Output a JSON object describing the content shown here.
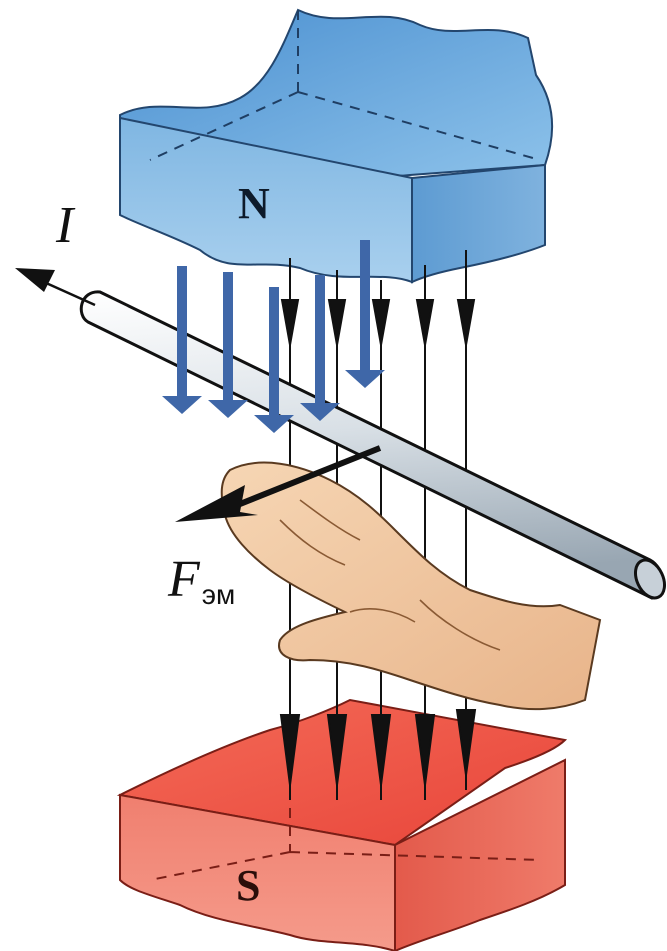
{
  "labels": {
    "north": "N",
    "south": "S",
    "current": "I",
    "force_symbol": "F",
    "force_subscript": "эм"
  },
  "colors": {
    "north_pole": "#5b9fd6",
    "south_pole": "#e4473a",
    "field_arrows": "#3f67a8",
    "conductor": "#d6dde3",
    "hand": "#f2c9a0"
  }
}
